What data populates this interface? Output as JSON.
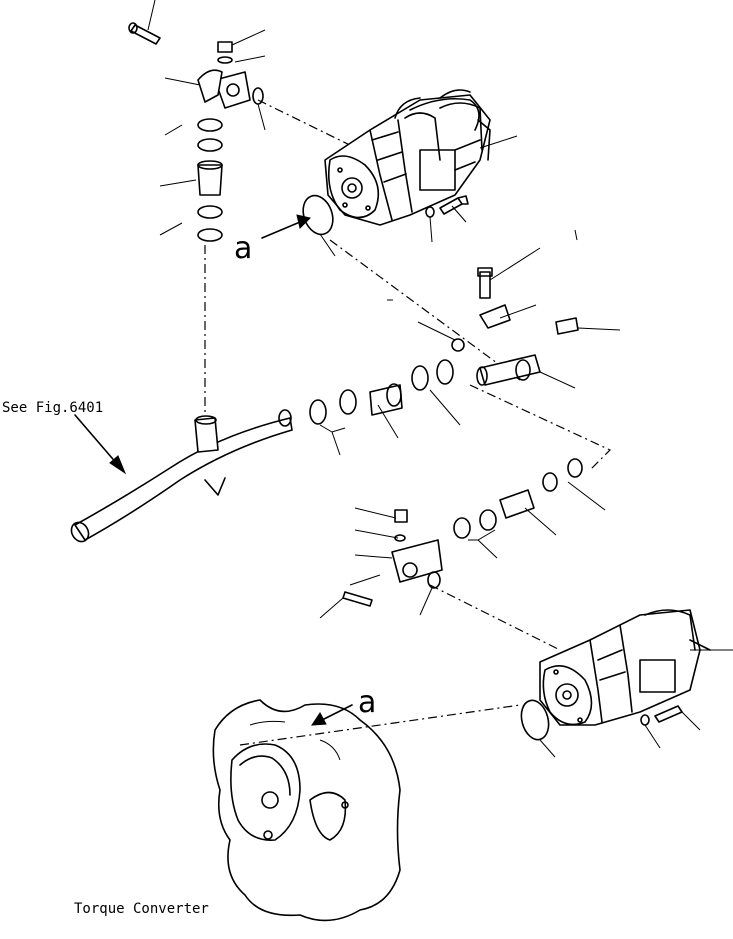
{
  "labels": {
    "see_fig": "See Fig.6401",
    "torque_converter": "Torque Converter",
    "ref_a_upper": "a",
    "ref_a_lower": "a"
  }
}
